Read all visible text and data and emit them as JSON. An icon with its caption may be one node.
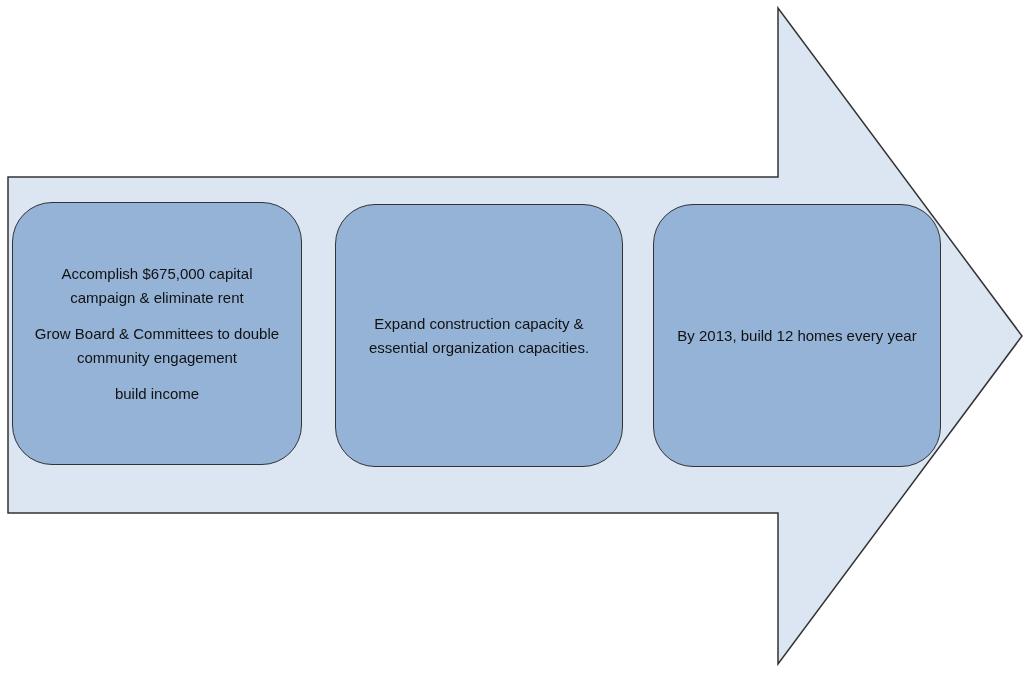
{
  "diagram": {
    "nodes": [
      {
        "text": [],
        "shape": "arrow"
      },
      {
        "text": [
          "Accomplish $675,000 capital campaign & eliminate rent",
          "Grow Board & Committees to double community engagement",
          "build income"
        ],
        "in": 0
      },
      {
        "text": [
          "Expand construction capacity & essential organization capacities."
        ],
        "in": 0
      },
      {
        "text": [
          "By 2013, build 12 homes every year"
        ],
        "in": 0
      }
    ],
    "edges": []
  }
}
